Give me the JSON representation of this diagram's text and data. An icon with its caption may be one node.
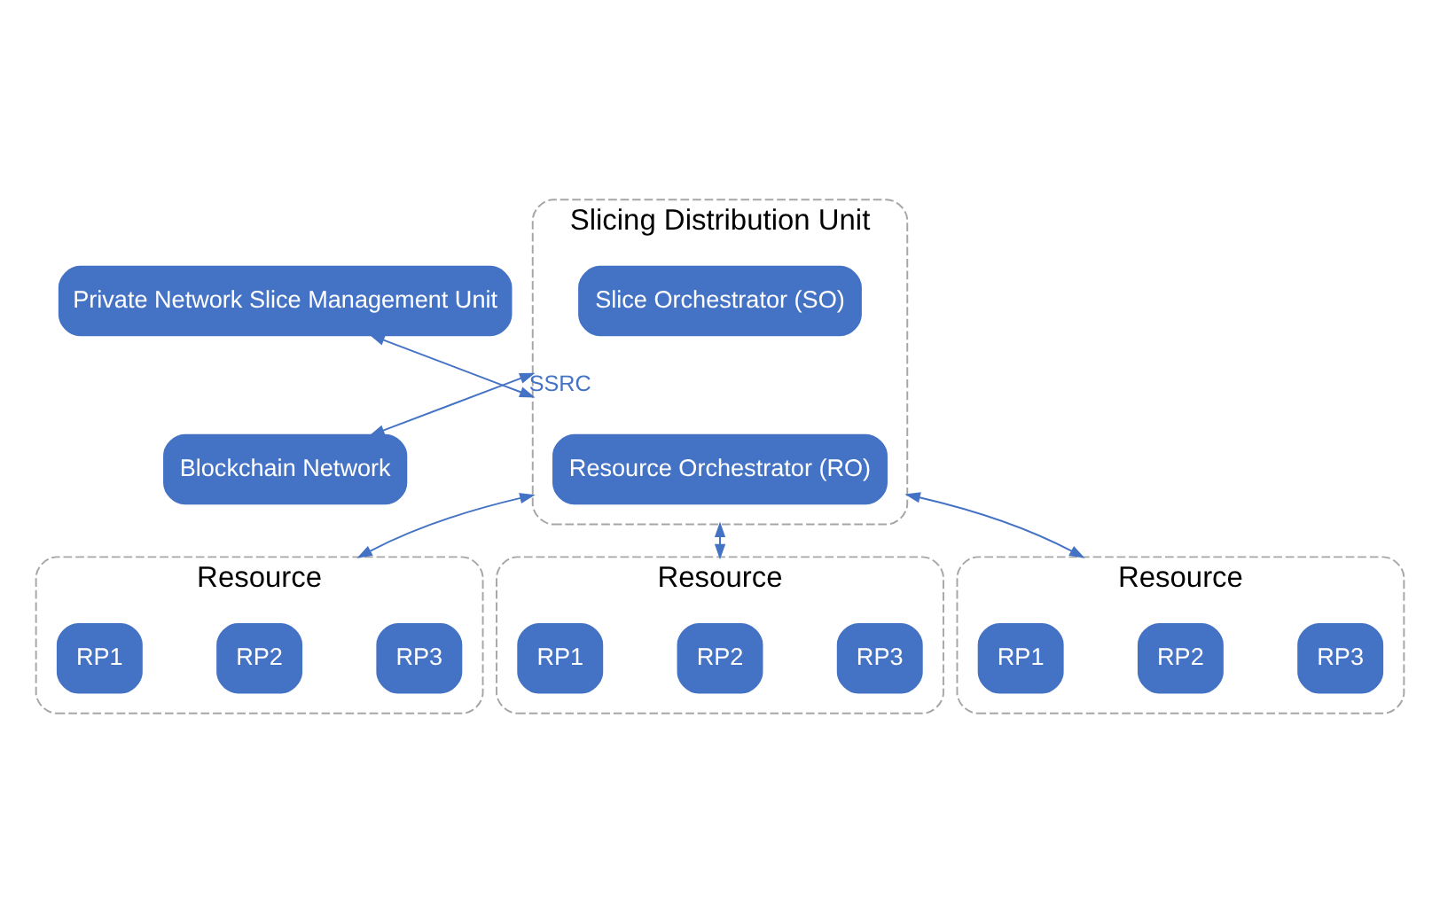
{
  "diagram": {
    "nodes": [
      {
        "text": [
          "Private Network Slice Management Unit"
        ]
      },
      {
        "text": [
          "Slicing Distribution Unit"
        ]
      },
      {
        "text": [
          "Slice Orchestrator (SO)"
        ],
        "in": 1
      },
      {
        "text": [
          "Resource Orchestrator (RO)"
        ],
        "in": 1
      },
      {
        "text": [
          "Blockchain Network"
        ]
      },
      {
        "text": [
          "Resource"
        ]
      },
      {
        "text": [
          "RP1"
        ],
        "in": 5
      },
      {
        "text": [
          "RP2"
        ],
        "in": 5
      },
      {
        "text": [
          "RP3"
        ],
        "in": 5
      },
      {
        "text": [
          "Resource"
        ]
      },
      {
        "text": [
          "RP1"
        ],
        "in": 9
      },
      {
        "text": [
          "RP2"
        ],
        "in": 9
      },
      {
        "text": [
          "RP3"
        ],
        "in": 9
      },
      {
        "text": [
          "Resource"
        ]
      },
      {
        "text": [
          "RP1"
        ],
        "in": 13
      },
      {
        "text": [
          "RP2"
        ],
        "in": 13
      },
      {
        "text": [
          "RP3"
        ],
        "in": 13
      }
    ],
    "edges": [
      {
        "from": 0,
        "to": 1,
        "arrow": "both"
      },
      {
        "from": 1,
        "to": 4,
        "arrow": "both",
        "label": "SSRC"
      },
      {
        "from": 1,
        "to": 5,
        "arrow": "both"
      },
      {
        "from": 1,
        "to": 9,
        "arrow": "both"
      },
      {
        "from": 1,
        "to": 13,
        "arrow": "both"
      }
    ]
  }
}
